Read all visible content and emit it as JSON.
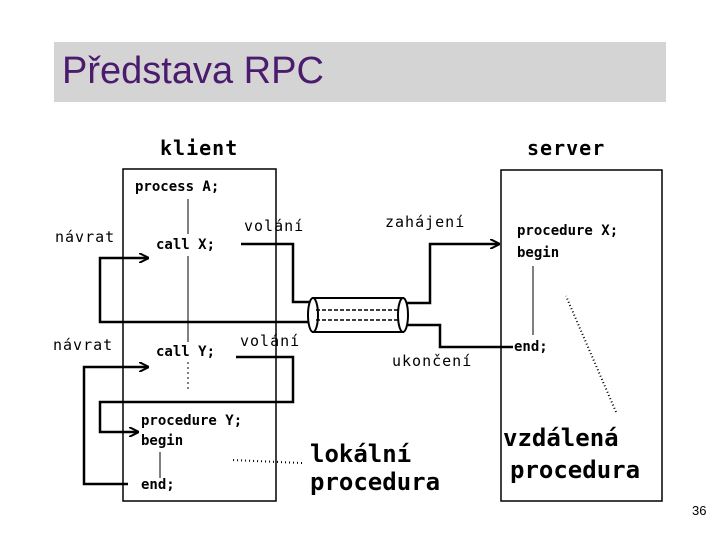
{
  "title": "Představa RPC",
  "page_number": "36",
  "diagram": {
    "client_header": "klient",
    "server_header": "server",
    "client_code": {
      "process_a": "process A;",
      "call_x": "call X;",
      "call_y": "call Y;",
      "procedure_y": "procedure Y;",
      "begin": "begin",
      "end": "end;"
    },
    "server_code": {
      "procedure_x": "procedure X;",
      "begin": "begin",
      "end": "end;"
    },
    "labels": {
      "return_top": "návrat",
      "return_bottom": "návrat",
      "call_top": "volání",
      "call_bottom": "volání",
      "start": "zahájení",
      "finish": "ukončení"
    },
    "captions": {
      "local_line1": "lokální",
      "local_line2": "procedura",
      "remote_line1": "vzdálená",
      "remote_line2": "procedura"
    }
  }
}
